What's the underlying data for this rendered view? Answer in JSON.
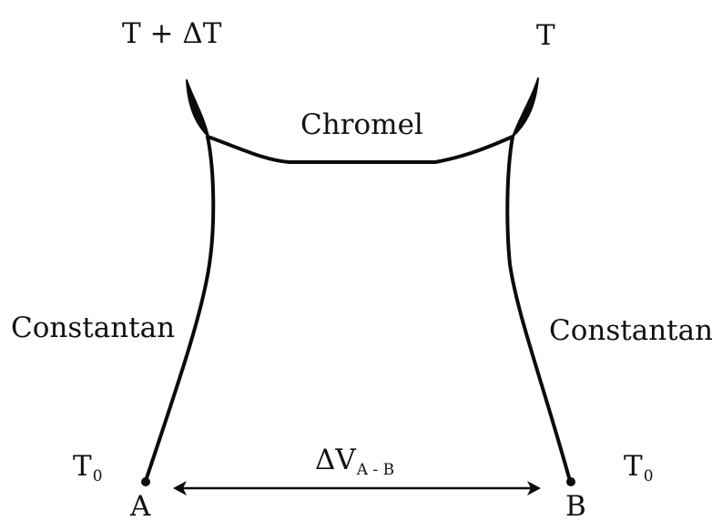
{
  "diagram": {
    "labels": {
      "hot_junction_temp": "T + ΔT",
      "reference_junction_temp": "T",
      "top_wire": "Chromel",
      "left_wire": "Constantan",
      "right_wire": "Constantan",
      "left_terminal_temp_base": "T",
      "left_terminal_temp_sub": "0",
      "right_terminal_temp_base": "T",
      "right_terminal_temp_sub": "0",
      "voltage_base": "ΔV",
      "voltage_sub": "A - B",
      "terminal_a": "A",
      "terminal_b": "B"
    },
    "colors": {
      "wire": "#0b0b0b",
      "text": "#111111"
    }
  }
}
